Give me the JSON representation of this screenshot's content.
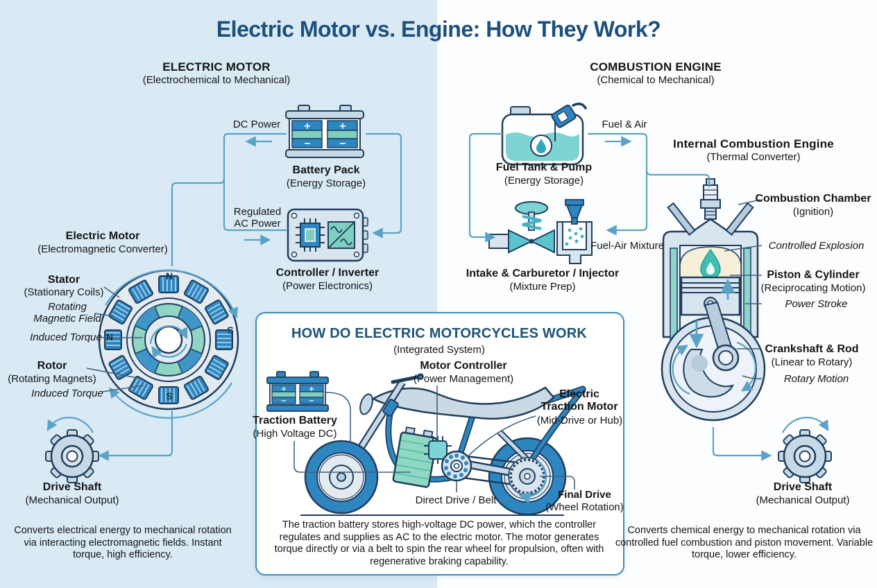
{
  "title": "Electric Motor vs. Engine: How They Work?",
  "colors": {
    "accent_blue": "#2E86C1",
    "teal": "#7ED3D3",
    "connector": "#5AA2C8",
    "title_blue": "#1C4F7C",
    "outline": "#1F3D5C"
  },
  "left": {
    "header": "ELECTRIC MOTOR",
    "subheader": "(Electrochemical to Mechanical)",
    "dc_power": "DC Power",
    "battery": {
      "label": "Battery Pack",
      "sublabel": "(Energy Storage)"
    },
    "regulated_ac": "Regulated AC Power",
    "controller": {
      "label": "Controller / Inverter",
      "sublabel": "(Power Electronics)"
    },
    "motor": {
      "label": "Electric Motor",
      "sublabel": "(Electromagnetic Converter)"
    },
    "stator": {
      "label": "Stator",
      "sublabel": "(Stationary Coils)"
    },
    "rotating_field": "Rotating Magnetic Field",
    "induced_torque_top": "Induced Torque",
    "rotor": {
      "label": "Rotor",
      "sublabel": "(Rotating Magnets)"
    },
    "induced_torque_bottom": "Induced Torque",
    "compass": {
      "n_top": "N",
      "s_right": "S",
      "n_left": "N",
      "s_bottom": "S"
    },
    "drive_shaft": {
      "label": "Drive Shaft",
      "sublabel": "(Mechanical Output)"
    },
    "summary": "Converts electrical energy to mechanical rotation via interacting electromagnetic fields. Instant torque, high efficiency."
  },
  "right": {
    "header": "COMBUSTION ENGINE",
    "subheader": "(Chemical to Mechanical)",
    "fuel_air": "Fuel & Air",
    "fuel_tank": {
      "label": "Fuel Tank & Pump",
      "sublabel": "(Energy Storage)"
    },
    "ice": {
      "label": "Internal Combustion Engine",
      "sublabel": "(Thermal Converter)"
    },
    "carburetor": {
      "label": "Intake & Carburetor / Injector",
      "sublabel": "(Mixture Prep)"
    },
    "mixture": "Fuel-Air Mixture",
    "combustion_chamber": {
      "label": "Combustion Chamber",
      "sublabel": "(Ignition)"
    },
    "explosion": "Controlled Explosion",
    "piston": {
      "label": "Piston & Cylinder",
      "sublabel": "(Reciprocating Motion)"
    },
    "power_stroke": "Power Stroke",
    "crankshaft": {
      "label": "Crankshaft & Rod",
      "sublabel": "(Linear to Rotary)"
    },
    "rotary_motion": "Rotary Motion",
    "drive_shaft": {
      "label": "Drive Shaft",
      "sublabel": "(Mechanical Output)"
    },
    "summary": "Converts chemical energy to mechanical rotation via controlled fuel combustion and piston movement. Variable torque, lower efficiency."
  },
  "center": {
    "header": "HOW DO ELECTRIC MOTORCYCLES WORK",
    "subheader": "(Integrated System)",
    "motor_controller": {
      "label": "Motor Controller",
      "sublabel": "(Power Management)"
    },
    "traction_battery": {
      "label": "Traction Battery",
      "sublabel": "(High Voltage DC)"
    },
    "traction_motor": {
      "label": "Electric Traction Motor",
      "sublabel": "(Mid-Drive or Hub)"
    },
    "direct_drive": "Direct Drive / Belt",
    "final_drive": {
      "label": "Final Drive",
      "sublabel": "(Wheel Rotation)"
    },
    "paragraph": "The traction battery stores high-voltage DC power, which the controller regulates and supplies as AC to the electric motor. The motor generates torque directly or via a belt to spin the rear wheel for propulsion, often with regenerative braking capability."
  }
}
